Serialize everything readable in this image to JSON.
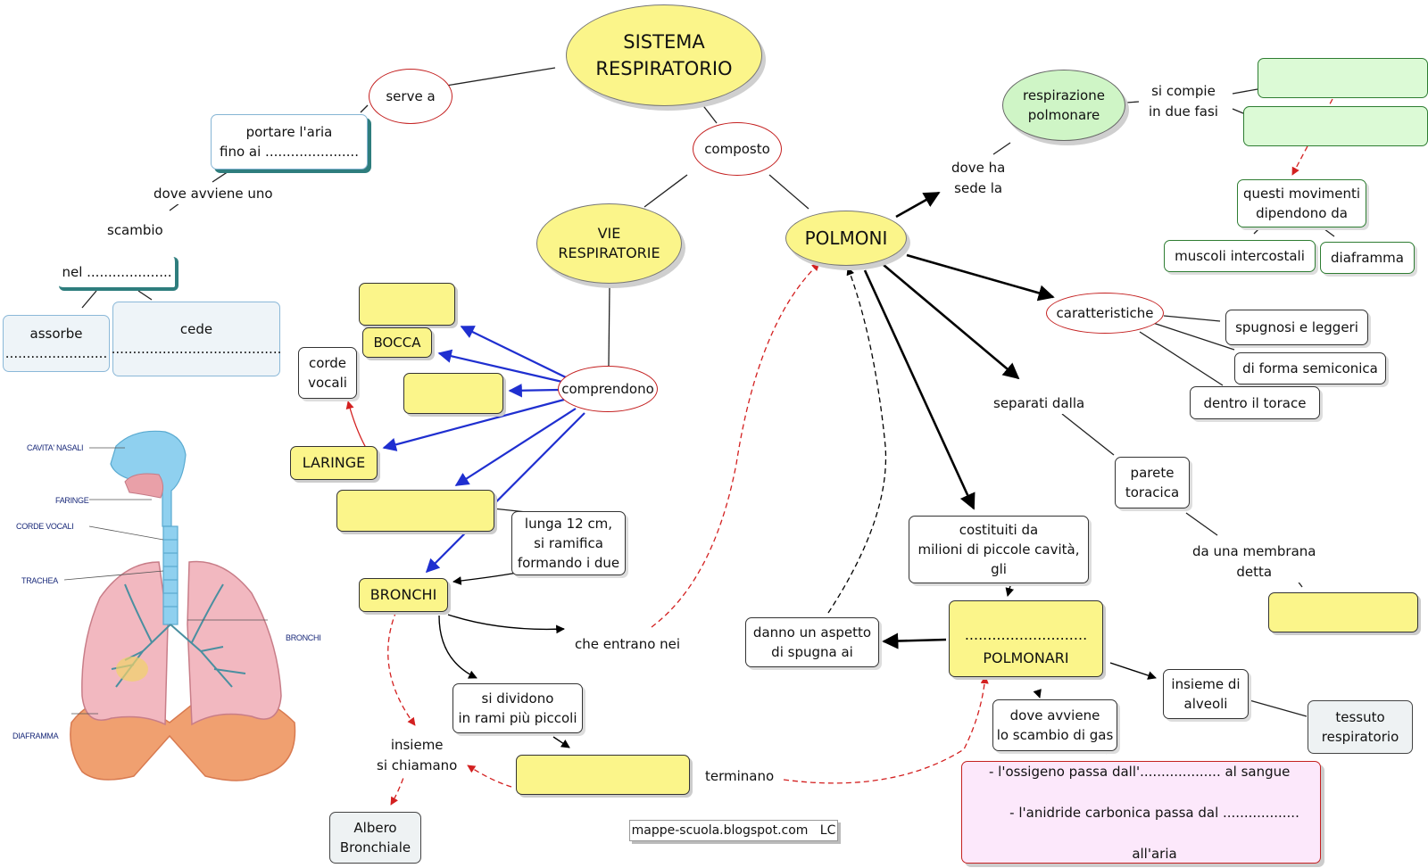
{
  "nodes": {
    "sistema": "SISTEMA\nRESPIRATORIO",
    "serve_a": "serve a",
    "portare": "portare l'aria\nfino ai ......................",
    "dove_avviene_uno": "dove avviene uno",
    "scambio": "scambio",
    "nel": "nel ....................",
    "assorbe": "assorbe\n........................",
    "cede": "cede\n........................................",
    "composto": "composto",
    "vie": "VIE\nRESPIRATORIE",
    "polmoni": "POLMONI",
    "comprendono": "comprendono",
    "bocca": "BOCCA",
    "corde_vocali": "corde\nvocali",
    "laringe": "LARINGE",
    "lunga": "lunga 12 cm,\nsi ramifica\nformando i due",
    "bronchi": "BRONCHI",
    "che_entrano": "che entrano nei",
    "si_dividono": "si dividono\nin rami più piccoli",
    "insieme_chiamano": "insieme\nsi chiamano",
    "albero": "Albero\nBronchiale",
    "terminano": "terminano",
    "respirazione": "respirazione\npolmonare",
    "si_compie": "si compie\nin due fasi",
    "dove_ha_sede": "dove ha\nsede la",
    "questi_movimenti": "questi movimenti\ndipendono da",
    "muscoli": "muscoli intercostali",
    "diaframma": "diaframma",
    "caratteristiche": "caratteristiche",
    "spugnosi": "spugnosi e leggeri",
    "semiconica": "di forma semiconica",
    "torace": "dentro il torace",
    "separati": "separati dalla",
    "parete": "parete\ntoracica",
    "membrana": "da una membrana\ndetta",
    "costituiti": "costituiti da\nmilioni di piccole cavità,\ngli",
    "danno": "danno un aspetto\ndi spugna ai",
    "polmonari": "...........................\nPOLMONARI",
    "insieme_alveoli": "insieme di\nalveoli",
    "tessuto": "tessuto\nrespiratorio",
    "dove_scambio_gas": "dove avviene\nlo scambio di gas",
    "ossigeno": "- l'ossigeno passa dall'................... al sangue",
    "anidride": "- l'anidride carbonica passa dal .................. all'aria"
  },
  "footer": "mappe-scuola.blogspot.com   LC",
  "anatomy_labels": {
    "cavita": "CAVITA' NASALI",
    "faringe": "FARINGE",
    "corde": "CORDE VOCALI",
    "trachea": "TRACHEA",
    "bronchi": "BRONCHI",
    "diaframma": "DIAFRAMMA"
  },
  "colors": {
    "arrow_blue": "#1f2fd0",
    "arrow_red": "#d32020",
    "arrow_black": "#000000",
    "node_yellow": "#fbf58a",
    "node_green": "#cff5c6",
    "node_pink": "#fce8fb"
  }
}
